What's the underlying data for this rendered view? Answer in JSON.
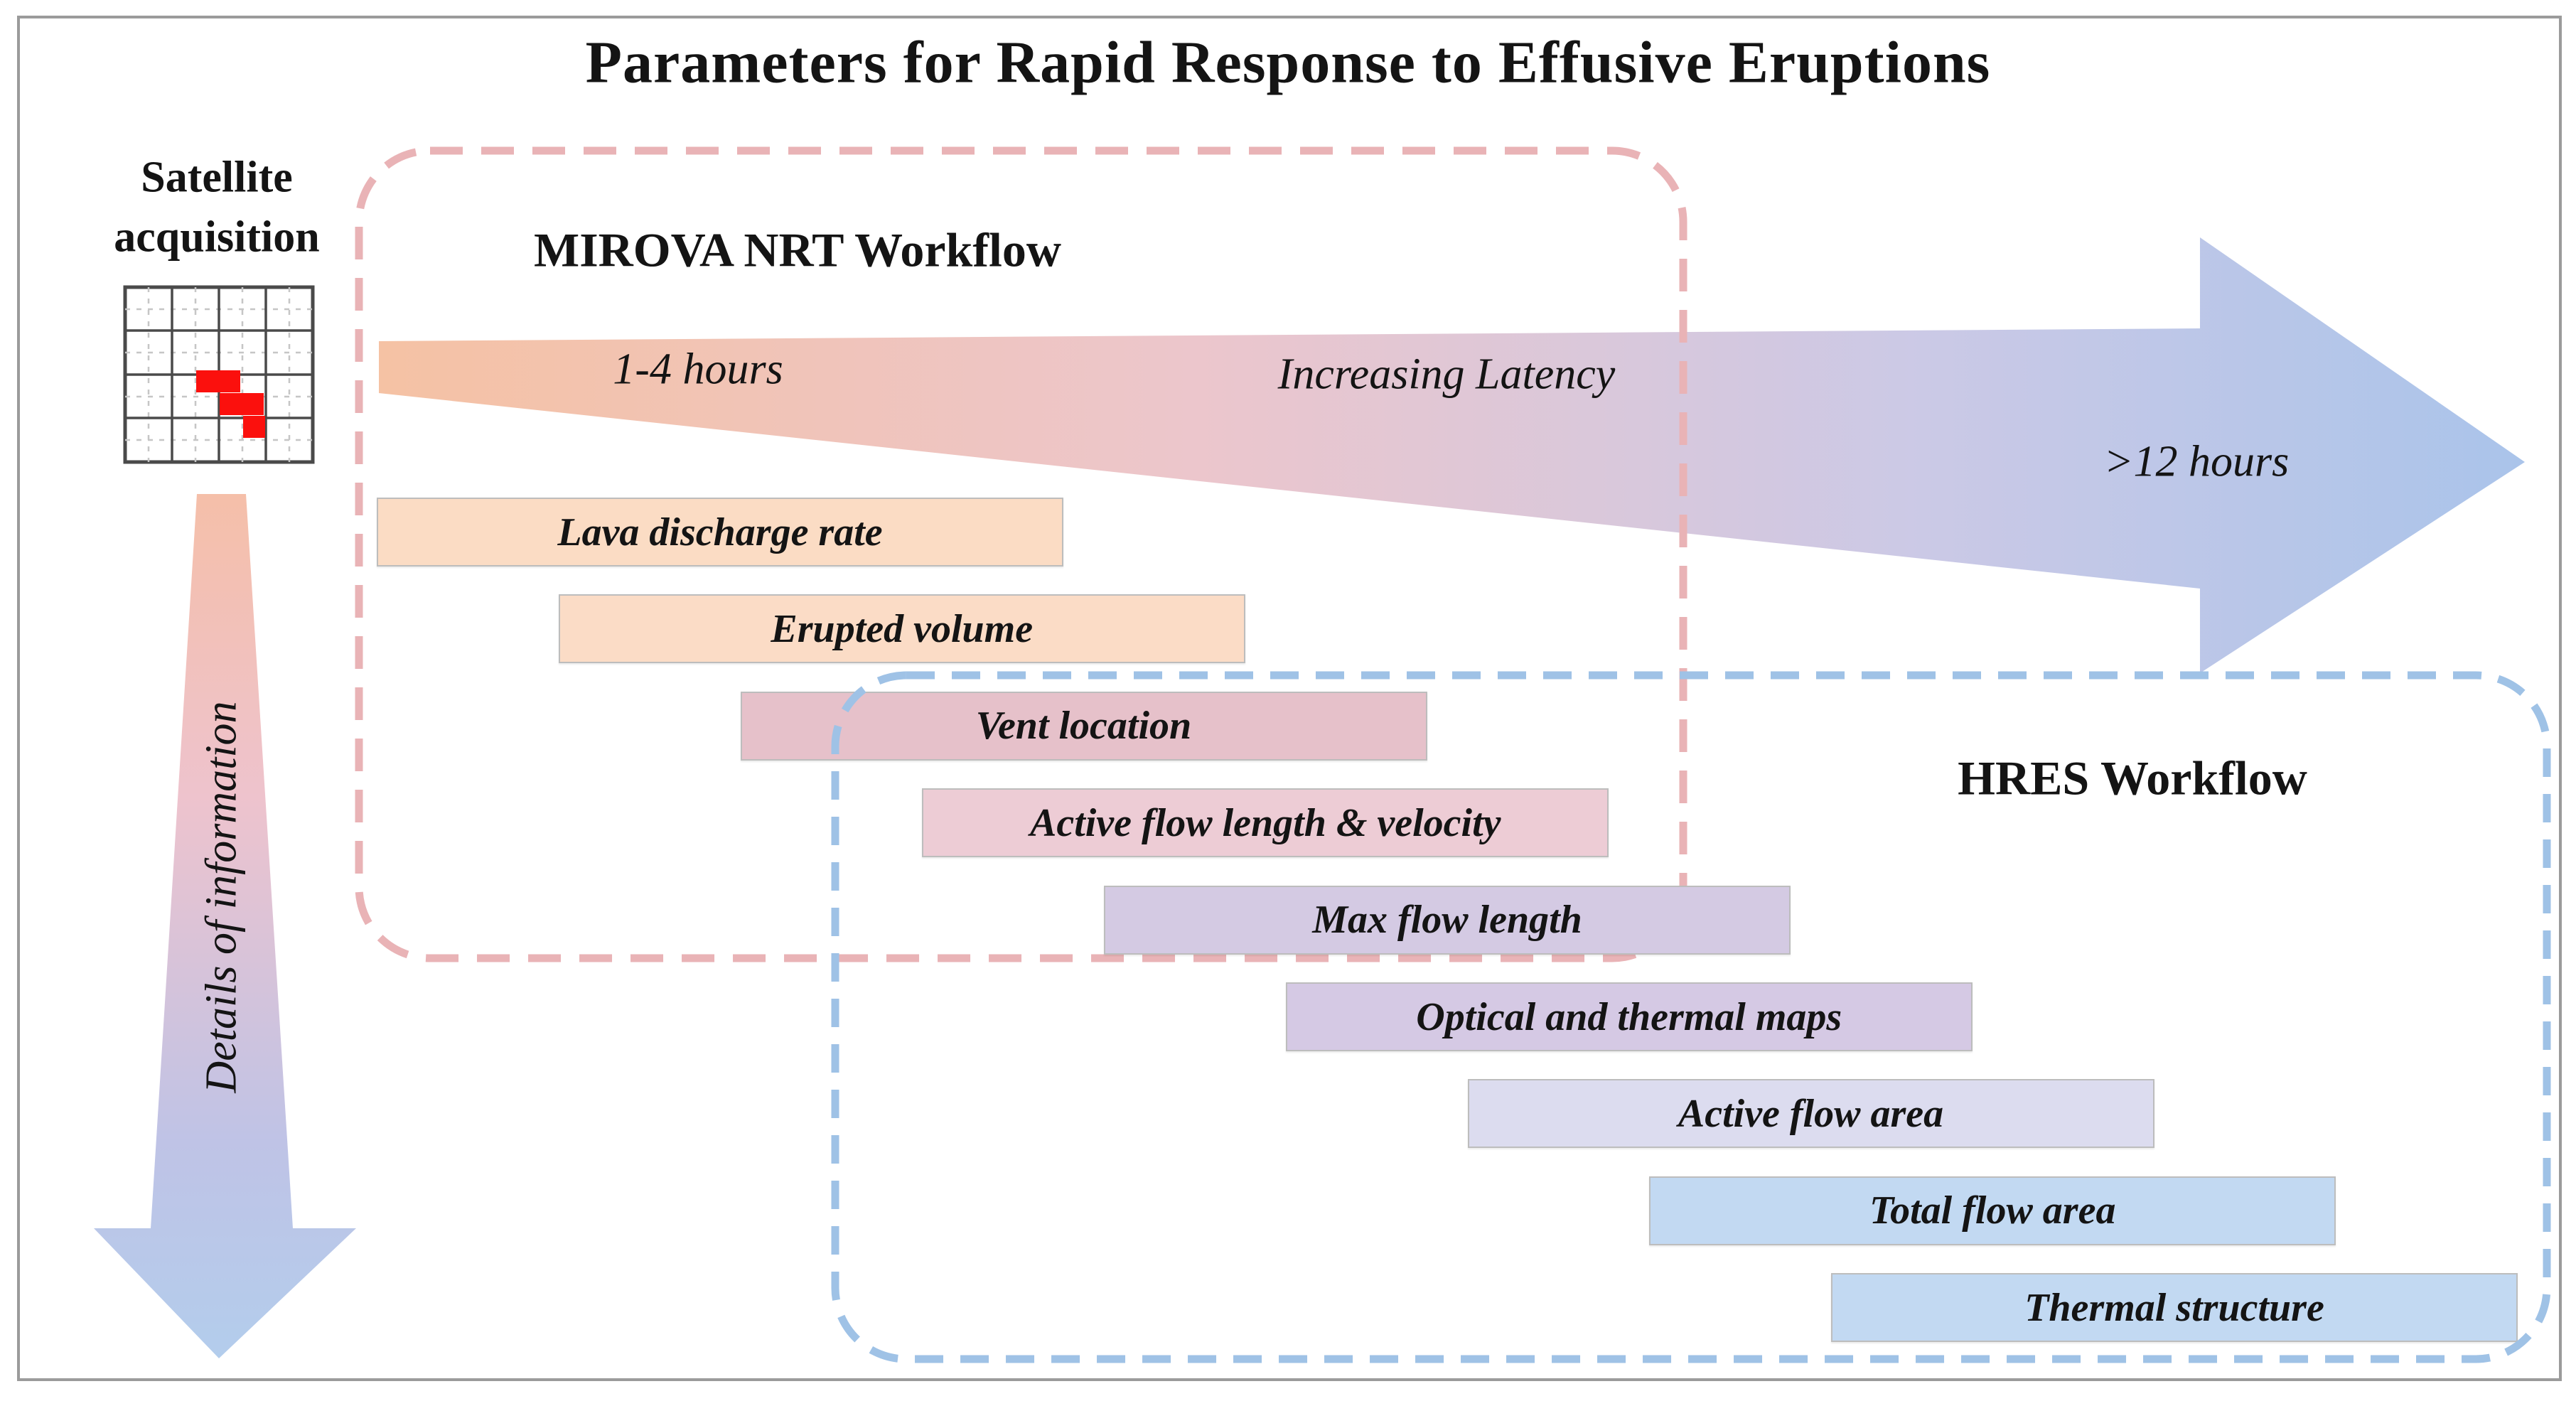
{
  "title": "Parameters for Rapid Response to Effusive Eruptions",
  "satellite": {
    "label_line1": "Satellite",
    "label_line2": "acquisition",
    "icon": "satellite-grid-icon",
    "hotspot_color": "#fb100d"
  },
  "timeline_arrow": {
    "label_start": "1-4 hours",
    "label_middle": "Increasing Latency",
    "label_end": ">12 hours",
    "gradient": [
      "#f5c2a4",
      "#ecc6cc",
      "#cbc9e6",
      "#aac4ea"
    ]
  },
  "detail_arrow": {
    "label": "Details of information",
    "gradient": [
      "#f5bfa9",
      "#eec3cd",
      "#bfc3e6",
      "#b3cdec"
    ]
  },
  "workflows": {
    "mirova": {
      "label": "MIROVA NRT Workflow",
      "border_color": "#e9b3b6"
    },
    "hres": {
      "label": "HRES Workflow",
      "border_color": "#9fc2e6"
    }
  },
  "bars": [
    {
      "label": "Lava discharge rate",
      "color": "#fbdcc4"
    },
    {
      "label": "Erupted volume",
      "color": "#fbdcc6"
    },
    {
      "label": "Vent location",
      "color": "#e6c1ca"
    },
    {
      "label": "Active flow length & velocity",
      "color": "#edccd5"
    },
    {
      "label": "Max flow length",
      "color": "#d4cae3"
    },
    {
      "label": "Optical and thermal maps",
      "color": "#d5c9e4"
    },
    {
      "label": "Active flow area",
      "color": "#dcdcef"
    },
    {
      "label": "Total flow area",
      "color": "#c2d9f2"
    },
    {
      "label": "Thermal structure",
      "color": "#c2d9f2"
    }
  ]
}
